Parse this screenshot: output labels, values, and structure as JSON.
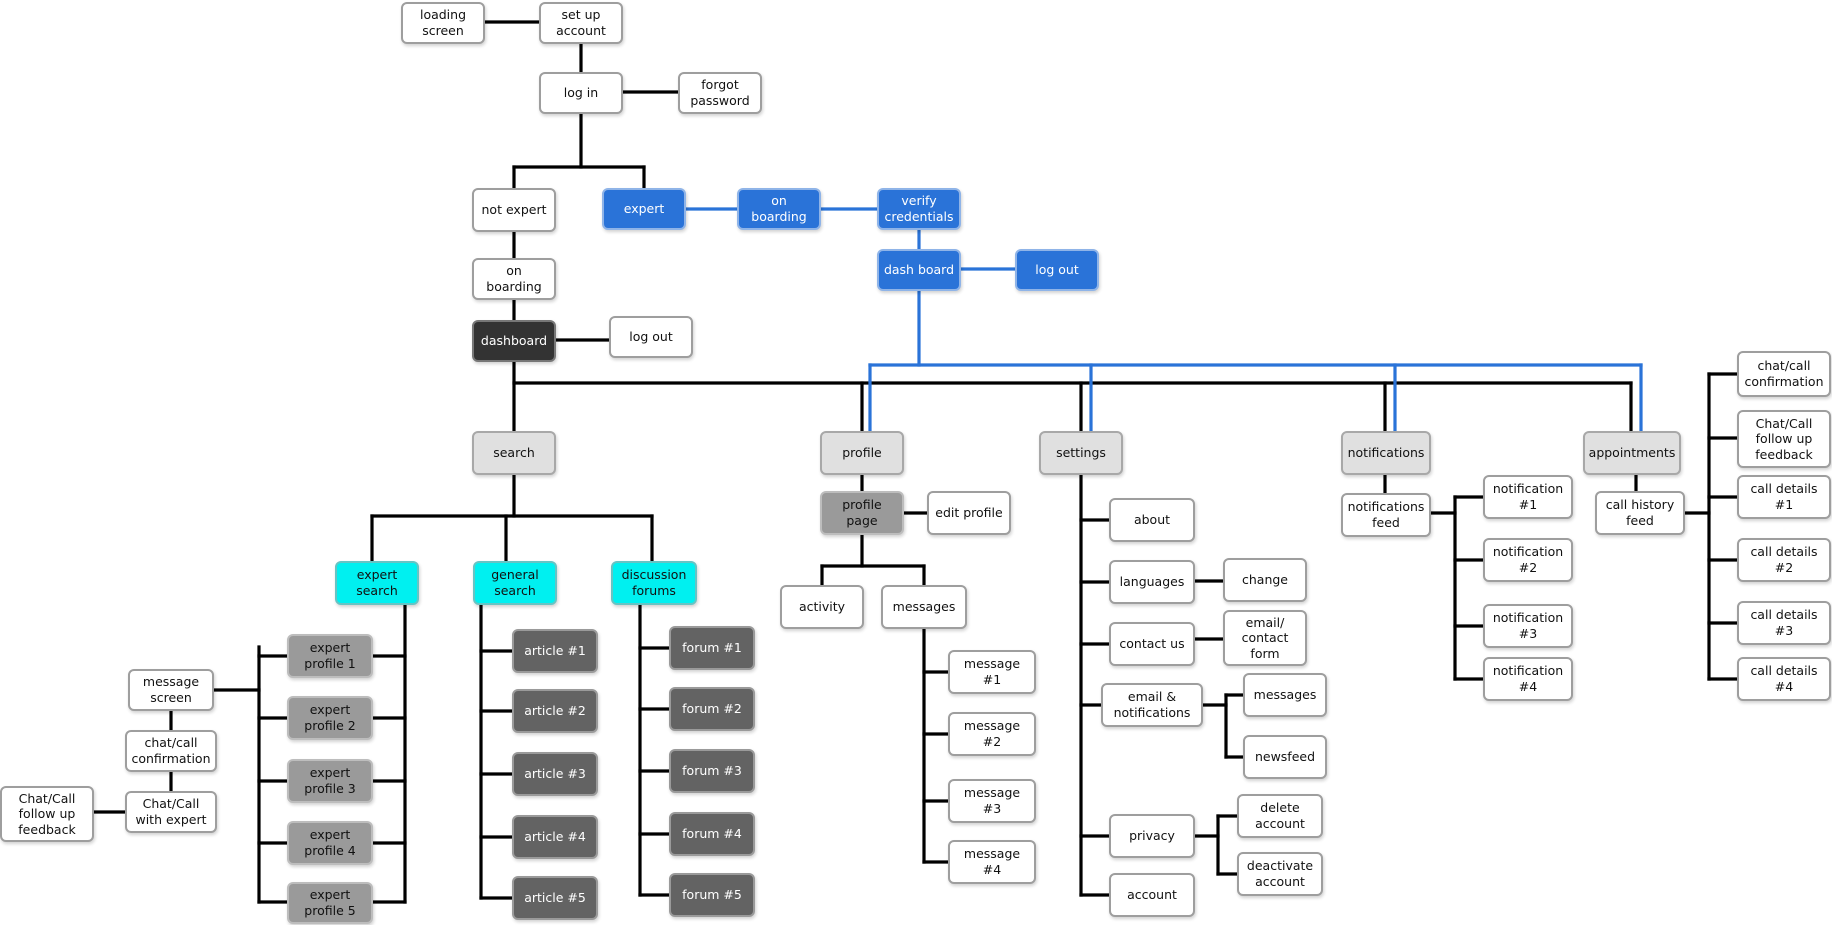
{
  "colors": {
    "black_line": "#000000",
    "blue_line": "#2a73d8"
  },
  "nodes": [
    {
      "id": "loading",
      "label": "loading\nscreen",
      "style": "white"
    },
    {
      "id": "setup",
      "label": "set up\naccount",
      "style": "white"
    },
    {
      "id": "login",
      "label": "log in",
      "style": "white"
    },
    {
      "id": "forgot",
      "label": "forgot\npassword",
      "style": "white"
    },
    {
      "id": "notexpert",
      "label": "not expert",
      "style": "white"
    },
    {
      "id": "expert",
      "label": "expert",
      "style": "blue"
    },
    {
      "id": "onboard_blue",
      "label": "on boarding",
      "style": "blue"
    },
    {
      "id": "verify",
      "label": "verify\ncredentials",
      "style": "blue"
    },
    {
      "id": "dashboard_blue",
      "label": "dash board",
      "style": "blue"
    },
    {
      "id": "logout_blue",
      "label": "log out",
      "style": "blue"
    },
    {
      "id": "onboard",
      "label": "on boarding",
      "style": "white"
    },
    {
      "id": "dashboard",
      "label": "dashboard",
      "style": "dark"
    },
    {
      "id": "logout",
      "label": "log out",
      "style": "white"
    },
    {
      "id": "search",
      "label": "search",
      "style": "light"
    },
    {
      "id": "profile",
      "label": "profile",
      "style": "light"
    },
    {
      "id": "settings",
      "label": "settings",
      "style": "light"
    },
    {
      "id": "notifications",
      "label": "notifications",
      "style": "light"
    },
    {
      "id": "appointments",
      "label": "appointments",
      "style": "light"
    },
    {
      "id": "expertsearch",
      "label": "expert\nsearch",
      "style": "cyan"
    },
    {
      "id": "generalsearch",
      "label": "general\nsearch",
      "style": "cyan"
    },
    {
      "id": "forums",
      "label": "discussion\nforums",
      "style": "cyan"
    },
    {
      "id": "ep1",
      "label": "expert\nprofile 1",
      "style": "gray"
    },
    {
      "id": "ep2",
      "label": "expert\nprofile 2",
      "style": "gray"
    },
    {
      "id": "ep3",
      "label": "expert\nprofile 3",
      "style": "gray"
    },
    {
      "id": "ep4",
      "label": "expert\nprofile 4",
      "style": "gray"
    },
    {
      "id": "ep5",
      "label": "expert\nprofile 5",
      "style": "gray"
    },
    {
      "id": "msgscreen",
      "label": "message\nscreen",
      "style": "white"
    },
    {
      "id": "chatconf",
      "label": "chat/call\nconfirmation",
      "style": "white"
    },
    {
      "id": "chatexpert",
      "label": "Chat/Call\nwith expert",
      "style": "white"
    },
    {
      "id": "chatfollow",
      "label": "Chat/Call\nfollow up\nfeedback",
      "style": "white"
    },
    {
      "id": "a1",
      "label": "article #1",
      "style": "dgray"
    },
    {
      "id": "a2",
      "label": "article #2",
      "style": "dgray"
    },
    {
      "id": "a3",
      "label": "article #3",
      "style": "dgray"
    },
    {
      "id": "a4",
      "label": "article #4",
      "style": "dgray"
    },
    {
      "id": "a5",
      "label": "article #5",
      "style": "dgray"
    },
    {
      "id": "f1",
      "label": "forum #1",
      "style": "dgray"
    },
    {
      "id": "f2",
      "label": "forum #2",
      "style": "dgray"
    },
    {
      "id": "f3",
      "label": "forum #3",
      "style": "dgray"
    },
    {
      "id": "f4",
      "label": "forum #4",
      "style": "dgray"
    },
    {
      "id": "f5",
      "label": "forum #5",
      "style": "dgray"
    },
    {
      "id": "profilepage",
      "label": "profile\npage",
      "style": "gray"
    },
    {
      "id": "editprofile",
      "label": "edit profile",
      "style": "white"
    },
    {
      "id": "activity",
      "label": "activity",
      "style": "white"
    },
    {
      "id": "messages",
      "label": "messages",
      "style": "white"
    },
    {
      "id": "m1",
      "label": "message #1",
      "style": "white"
    },
    {
      "id": "m2",
      "label": "message #2",
      "style": "white"
    },
    {
      "id": "m3",
      "label": "message #3",
      "style": "white"
    },
    {
      "id": "m4",
      "label": "message #4",
      "style": "white"
    },
    {
      "id": "about",
      "label": "about",
      "style": "white"
    },
    {
      "id": "languages",
      "label": "languages",
      "style": "white"
    },
    {
      "id": "change",
      "label": "change",
      "style": "white"
    },
    {
      "id": "contact",
      "label": "contact us",
      "style": "white"
    },
    {
      "id": "contactform",
      "label": "email/\ncontact\nform",
      "style": "white"
    },
    {
      "id": "emailnotif",
      "label": "email &\nnotifications",
      "style": "white"
    },
    {
      "id": "smessages",
      "label": "messages",
      "style": "white"
    },
    {
      "id": "newsfeed",
      "label": "newsfeed",
      "style": "white"
    },
    {
      "id": "privacy",
      "label": "privacy",
      "style": "white"
    },
    {
      "id": "delete",
      "label": "delete\naccount",
      "style": "white"
    },
    {
      "id": "deactivate",
      "label": "deactivate\naccount",
      "style": "white"
    },
    {
      "id": "account",
      "label": "account",
      "style": "white"
    },
    {
      "id": "notiffeed",
      "label": "notifications\nfeed",
      "style": "white"
    },
    {
      "id": "n1",
      "label": "notification\n#1",
      "style": "white"
    },
    {
      "id": "n2",
      "label": "notification\n#2",
      "style": "white"
    },
    {
      "id": "n3",
      "label": "notification\n#3",
      "style": "white"
    },
    {
      "id": "n4",
      "label": "notification\n#4",
      "style": "white"
    },
    {
      "id": "callhist",
      "label": "call history\nfeed",
      "style": "white"
    },
    {
      "id": "chatconf2",
      "label": "chat/call\nconfirmation",
      "style": "white"
    },
    {
      "id": "chatfollow2",
      "label": "Chat/Call\nfollow up\nfeedback",
      "style": "white"
    },
    {
      "id": "cd1",
      "label": "call details\n#1",
      "style": "white"
    },
    {
      "id": "cd2",
      "label": "call details\n#2",
      "style": "white"
    },
    {
      "id": "cd3",
      "label": "call details\n#3",
      "style": "white"
    },
    {
      "id": "cd4",
      "label": "call details\n#4",
      "style": "white"
    }
  ]
}
